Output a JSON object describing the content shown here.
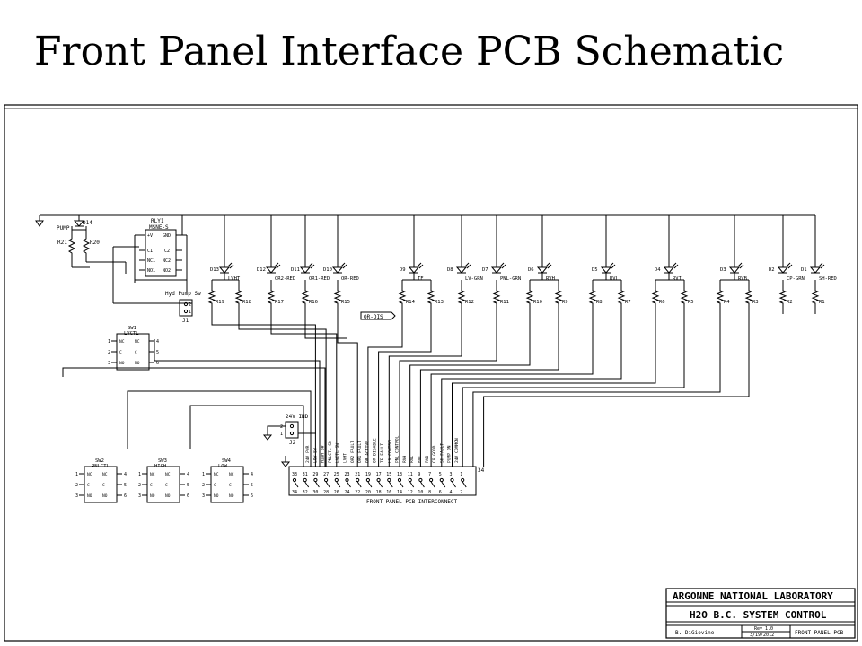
{
  "slide": {
    "title": "Front Panel Interface PCB Schematic"
  },
  "pump": {
    "led": "D14",
    "label": "PUMP",
    "resistors": [
      "R21",
      "R20"
    ]
  },
  "relay": {
    "name": "RLY1",
    "part": "MSNE-S",
    "pins_left": [
      "+V",
      "C1",
      "NC1",
      "NO1"
    ],
    "pins_right": [
      "GND",
      "C2",
      "NC2",
      "NO2"
    ]
  },
  "connector_j1": {
    "caption": "Hyd Pump Sw",
    "name": "J1",
    "pins": [
      "2",
      "1"
    ]
  },
  "connector_j2": {
    "caption": "24V IND",
    "name": "J2",
    "pins": [
      "2",
      "1"
    ]
  },
  "leds": [
    {
      "ref": "D13",
      "name": "LVHT"
    },
    {
      "ref": "D12",
      "name": "OR2-RED"
    },
    {
      "ref": "D11",
      "name": "OR1-RED"
    },
    {
      "ref": "D10",
      "name": "OR-RED"
    },
    {
      "ref": "D9",
      "name": "TF"
    },
    {
      "ref": "D8",
      "name": "LV-GRN"
    },
    {
      "ref": "D7",
      "name": "PNL-GRN"
    },
    {
      "ref": "D6",
      "name": "RVH"
    },
    {
      "ref": "D5",
      "name": "RVL"
    },
    {
      "ref": "D4",
      "name": "RVI"
    },
    {
      "ref": "D3",
      "name": "RVB"
    },
    {
      "ref": "D2",
      "name": "CP-GRN"
    },
    {
      "ref": "D1",
      "name": "SH-RED"
    }
  ],
  "resistors": [
    "R19",
    "R18",
    "R17",
    "R16",
    "R15",
    "R14",
    "R13",
    "R12",
    "R11",
    "R10",
    "R9",
    "R8",
    "R7",
    "R6",
    "R5",
    "R4",
    "R3",
    "R2",
    "R1"
  ],
  "or_dis_label": "OR-DIS",
  "switches": [
    {
      "ref": "SW1",
      "name": "LVCTL",
      "terms": [
        "NC",
        "NC",
        "C",
        "C",
        "NO",
        "NO"
      ],
      "pins_left": [
        "1",
        "2",
        "3"
      ],
      "pins_right": [
        "4",
        "5",
        "6"
      ]
    },
    {
      "ref": "SW2",
      "name": "PNLCTL",
      "terms": [
        "NC",
        "NC",
        "C",
        "C",
        "NO",
        "NO"
      ],
      "pins_left": [
        "1",
        "2",
        "3"
      ],
      "pins_right": [
        "4",
        "5",
        "6"
      ]
    },
    {
      "ref": "SW3",
      "name": "HIGH",
      "terms": [
        "NC",
        "NC",
        "C",
        "C",
        "NO",
        "NO"
      ],
      "pins_left": [
        "1",
        "2",
        "3"
      ],
      "pins_right": [
        "4",
        "5",
        "6"
      ]
    },
    {
      "ref": "SW4",
      "name": "LOW",
      "terms": [
        "NC",
        "NC",
        "C",
        "C",
        "NO",
        "NO"
      ],
      "pins_left": [
        "1",
        "2",
        "3"
      ],
      "pins_right": [
        "4",
        "5",
        "6"
      ]
    }
  ],
  "interconnect": {
    "title": "FRONT PANEL PCB INTERCONNECT",
    "top_pins": [
      "33",
      "31",
      "29",
      "27",
      "25",
      "23",
      "21",
      "19",
      "17",
      "15",
      "13",
      "11",
      "9",
      "7",
      "5",
      "3",
      "1"
    ],
    "bottom_pins": [
      "34",
      "32",
      "30",
      "28",
      "26",
      "24",
      "22",
      "20",
      "18",
      "16",
      "14",
      "12",
      "10",
      "8",
      "6",
      "4",
      "2"
    ],
    "end_pin": "34",
    "signals": [
      "24V PWR",
      "LOW SW",
      "HIGH SW",
      "PNLCTL SW",
      "LVCTL SW",
      "LVHT",
      "OR2 FAULT",
      "OR1 FAULT",
      "OR ACTIVE",
      "OR DISABLE",
      "TF FAULT",
      "LV CONTROL",
      "PNL CONTROL",
      "RVH",
      "RVL",
      "RVI",
      "RVB",
      "CP GOOD",
      "SH FAULT",
      "PUMP ON",
      "24V COMMON"
    ]
  },
  "title_block": {
    "org": "ARGONNE NATIONAL LABORATORY",
    "project": "H2O B.C. SYSTEM CONTROL",
    "author": "B. DiGiovine",
    "rev": "Rev 1.0",
    "date": "3/19/2012",
    "sheet": "FRONT PANEL PCB"
  }
}
